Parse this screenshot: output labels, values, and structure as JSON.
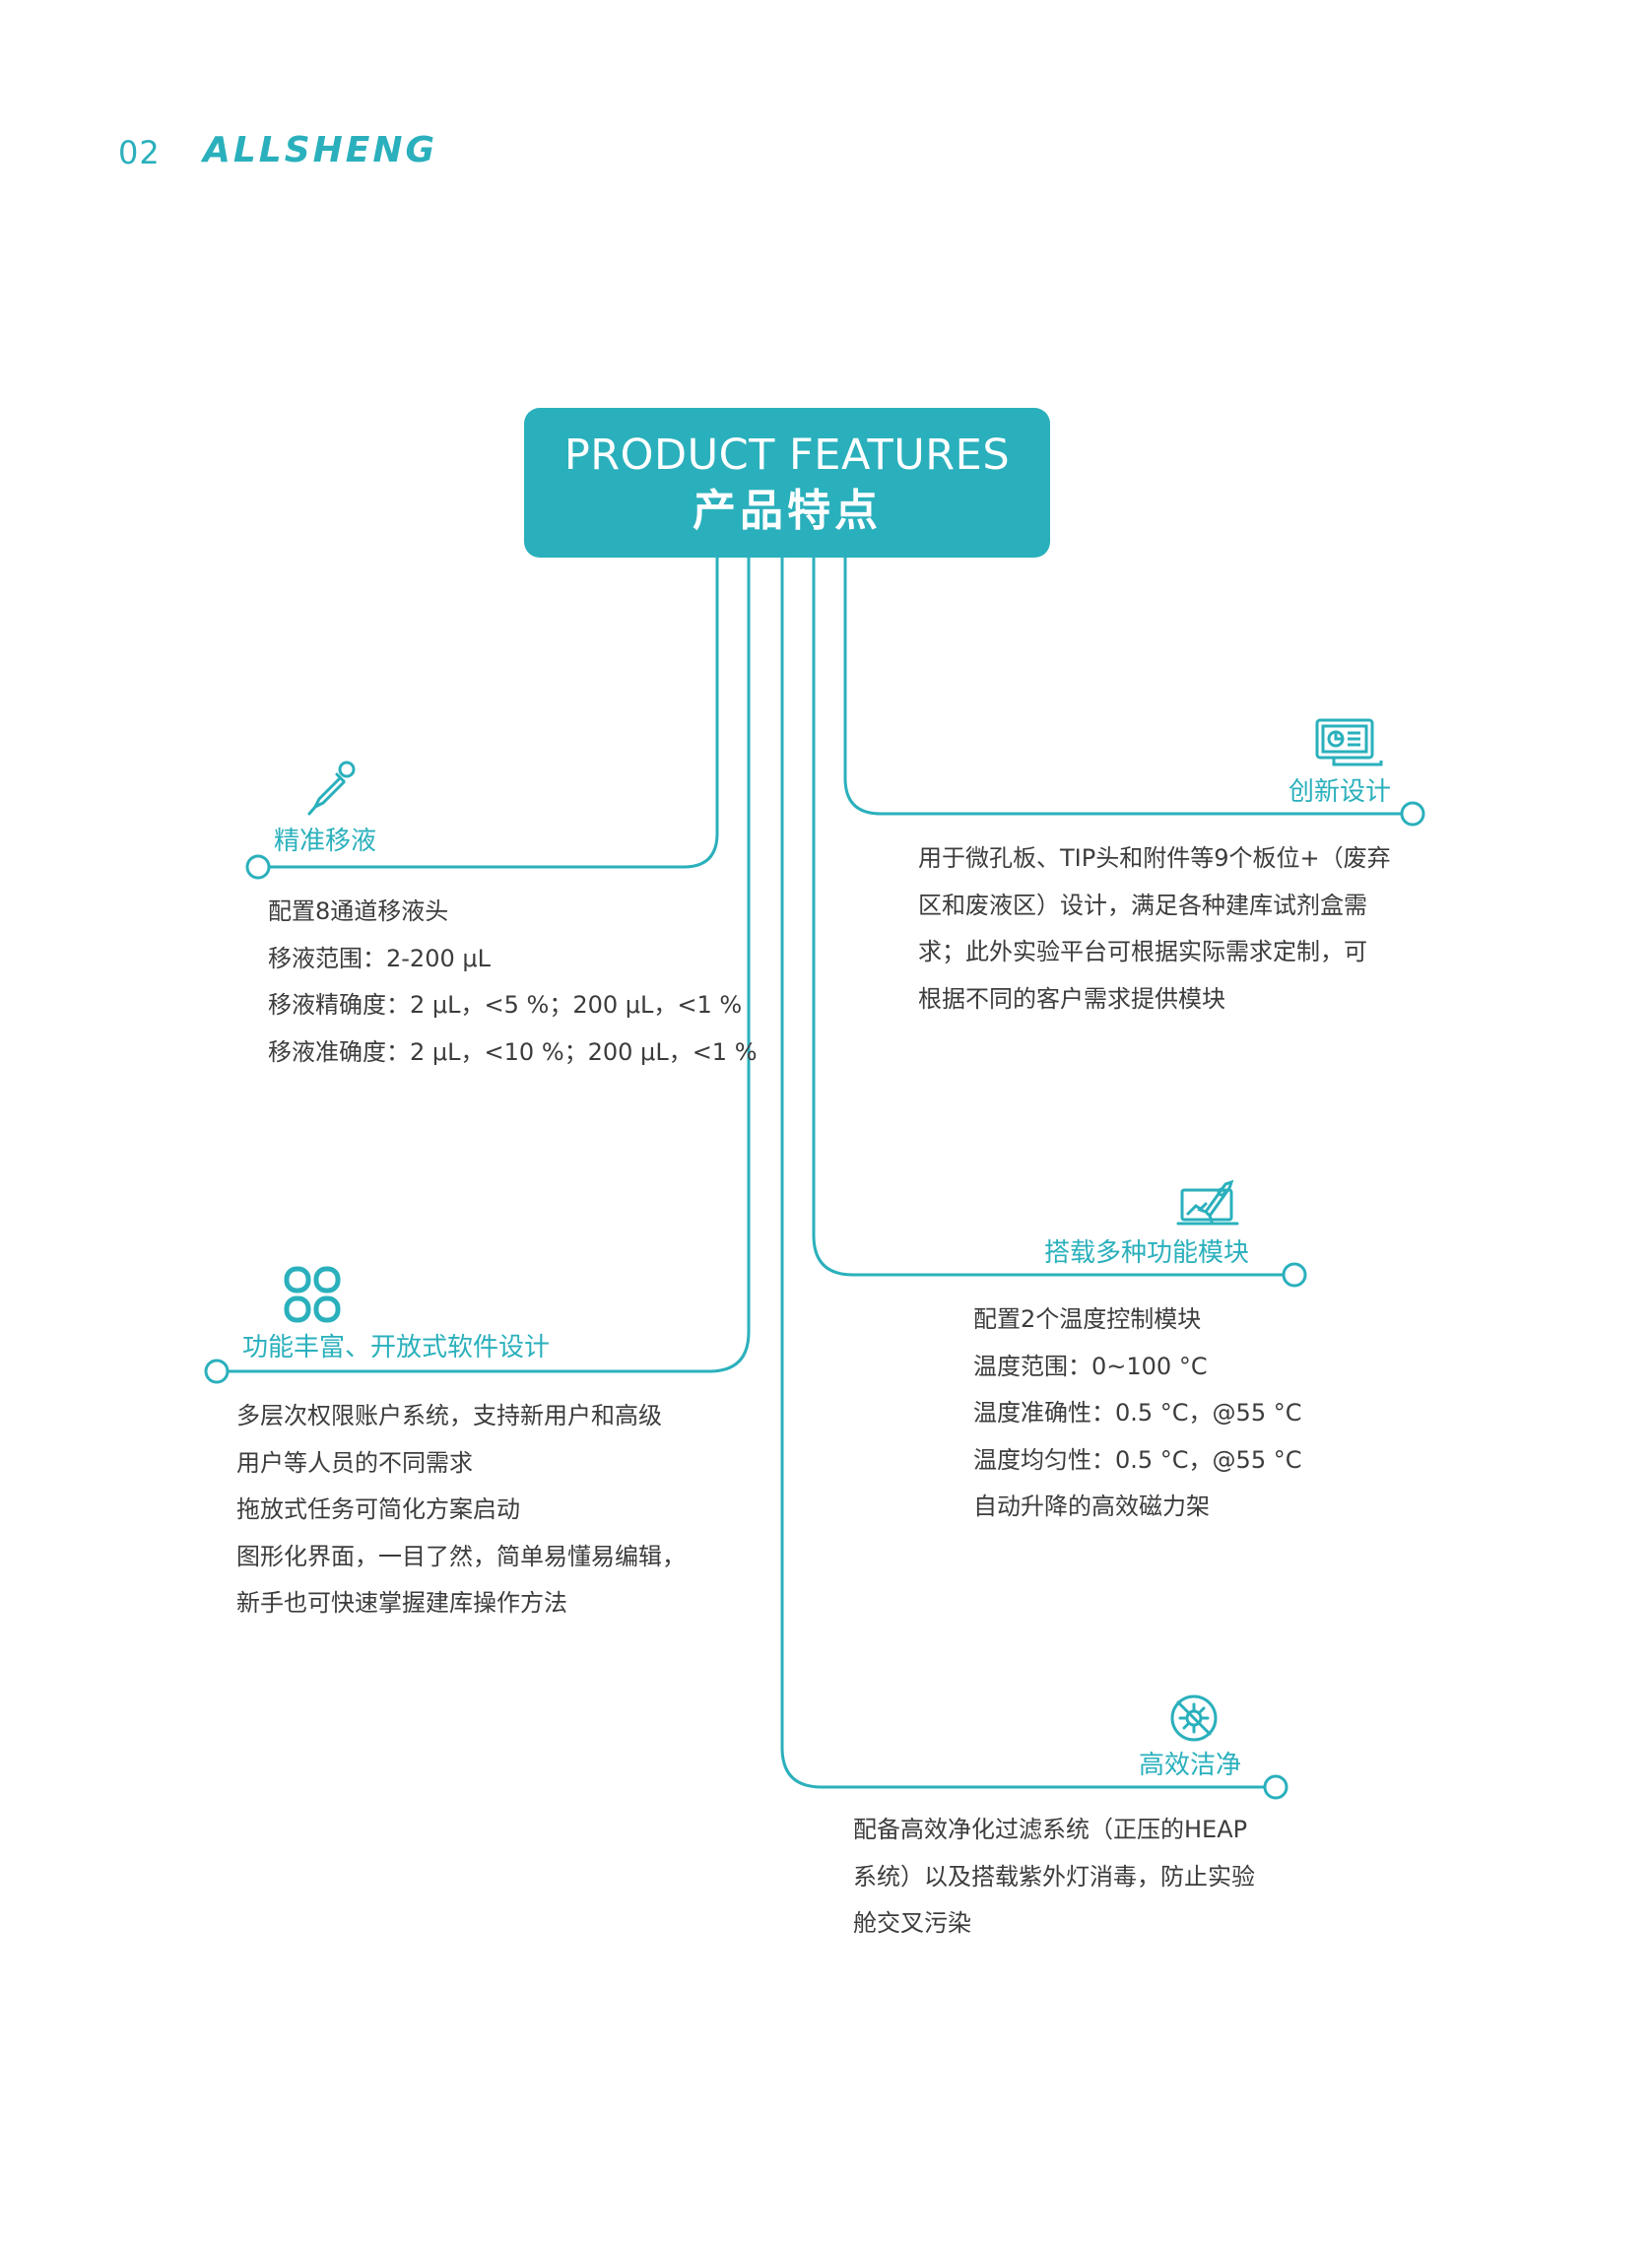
{
  "header": {
    "page_number": "02",
    "brand": "ALLSHENG"
  },
  "title": {
    "en": "PRODUCT FEATURES",
    "cn": "产品特点"
  },
  "colors": {
    "accent": "#2ab0bc"
  },
  "features": [
    {
      "heading": "精准移液",
      "icon": "pipette-icon",
      "lines": [
        "配置8通道移液头",
        "移液范围：2-200 μL",
        "移液精确度：2  μL，<5 %；200 μL，<1 %",
        "移液准确度：2 μL，<10 %；200 μL，<1 %"
      ]
    },
    {
      "heading": "功能丰富、开放式软件设计",
      "icon": "grid-icon",
      "lines": [
        "多层次权限账户系统，支持新用户和高级",
        "用户等人员的不同需求",
        "拖放式任务可简化方案启动",
        "图形化界面，一目了然，简单易懂易编辑，",
        "新手也可快速掌握建库操作方法"
      ]
    },
    {
      "heading": "创新设计",
      "icon": "monitor-chart-icon",
      "lines": [
        "用于微孔板、TIP头和附件等9个板位+（废弃",
        "区和废液区）设计，满足各种建库试剂盒需",
        "求；此外实验平台可根据实际需求定制，可",
        "根据不同的客户需求提供模块"
      ]
    },
    {
      "heading": "搭载多种功能模块",
      "icon": "laptop-rocket-icon",
      "lines": [
        "配置2个温度控制模块",
        "温度范围：0~100 °C",
        "温度准确性：0.5 °C，@55 °C",
        "温度均匀性：0.5 °C，@55 °C",
        "自动升降的高效磁力架"
      ]
    },
    {
      "heading": "高效洁净",
      "icon": "no-germ-icon",
      "lines": [
        "配备高效净化过滤系统（正压的HEAP",
        "系统）以及搭载紫外灯消毒，防止实验",
        "舱交叉污染"
      ]
    }
  ]
}
